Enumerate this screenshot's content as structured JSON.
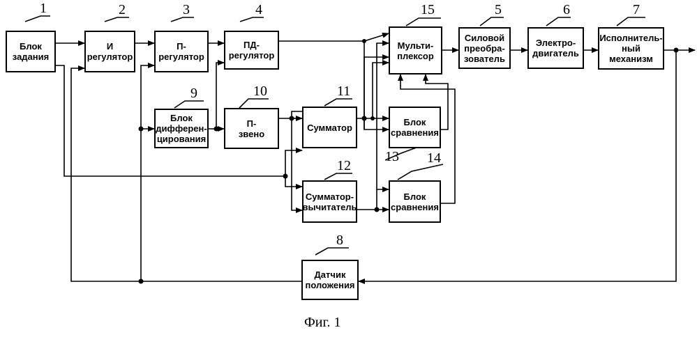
{
  "blocks": {
    "b1": {
      "number": "1",
      "label": "Блок\nзадания"
    },
    "b2": {
      "number": "2",
      "label": "И\nрегулятор"
    },
    "b3": {
      "number": "3",
      "label": "П-\nрегулятор"
    },
    "b4": {
      "number": "4",
      "label": "ПД-\nрегулятор"
    },
    "b15": {
      "number": "15",
      "label": "Мульти-\nплексор"
    },
    "b5": {
      "number": "5",
      "label": "Силовой\nпреобра-\nзователь"
    },
    "b6": {
      "number": "6",
      "label": "Электро-\nдвигатель"
    },
    "b7": {
      "number": "7",
      "label": "Исполнитель-\nный\nмеханизм"
    },
    "b9": {
      "number": "9",
      "label": "Блок\nдифферен-\nцирования"
    },
    "b10": {
      "number": "10",
      "label": "П-\nзвено"
    },
    "b11": {
      "number": "11",
      "label": "Сумматор"
    },
    "b13": {
      "number": "13",
      "label": "Блок\nсравнения"
    },
    "b12": {
      "number": "12",
      "label": "Сумматор-\nвычитатель"
    },
    "b14": {
      "number": "14",
      "label": "Блок\nсравнения"
    },
    "b8": {
      "number": "8",
      "label": "Датчик\nположения"
    }
  },
  "caption": "Фиг. 1"
}
